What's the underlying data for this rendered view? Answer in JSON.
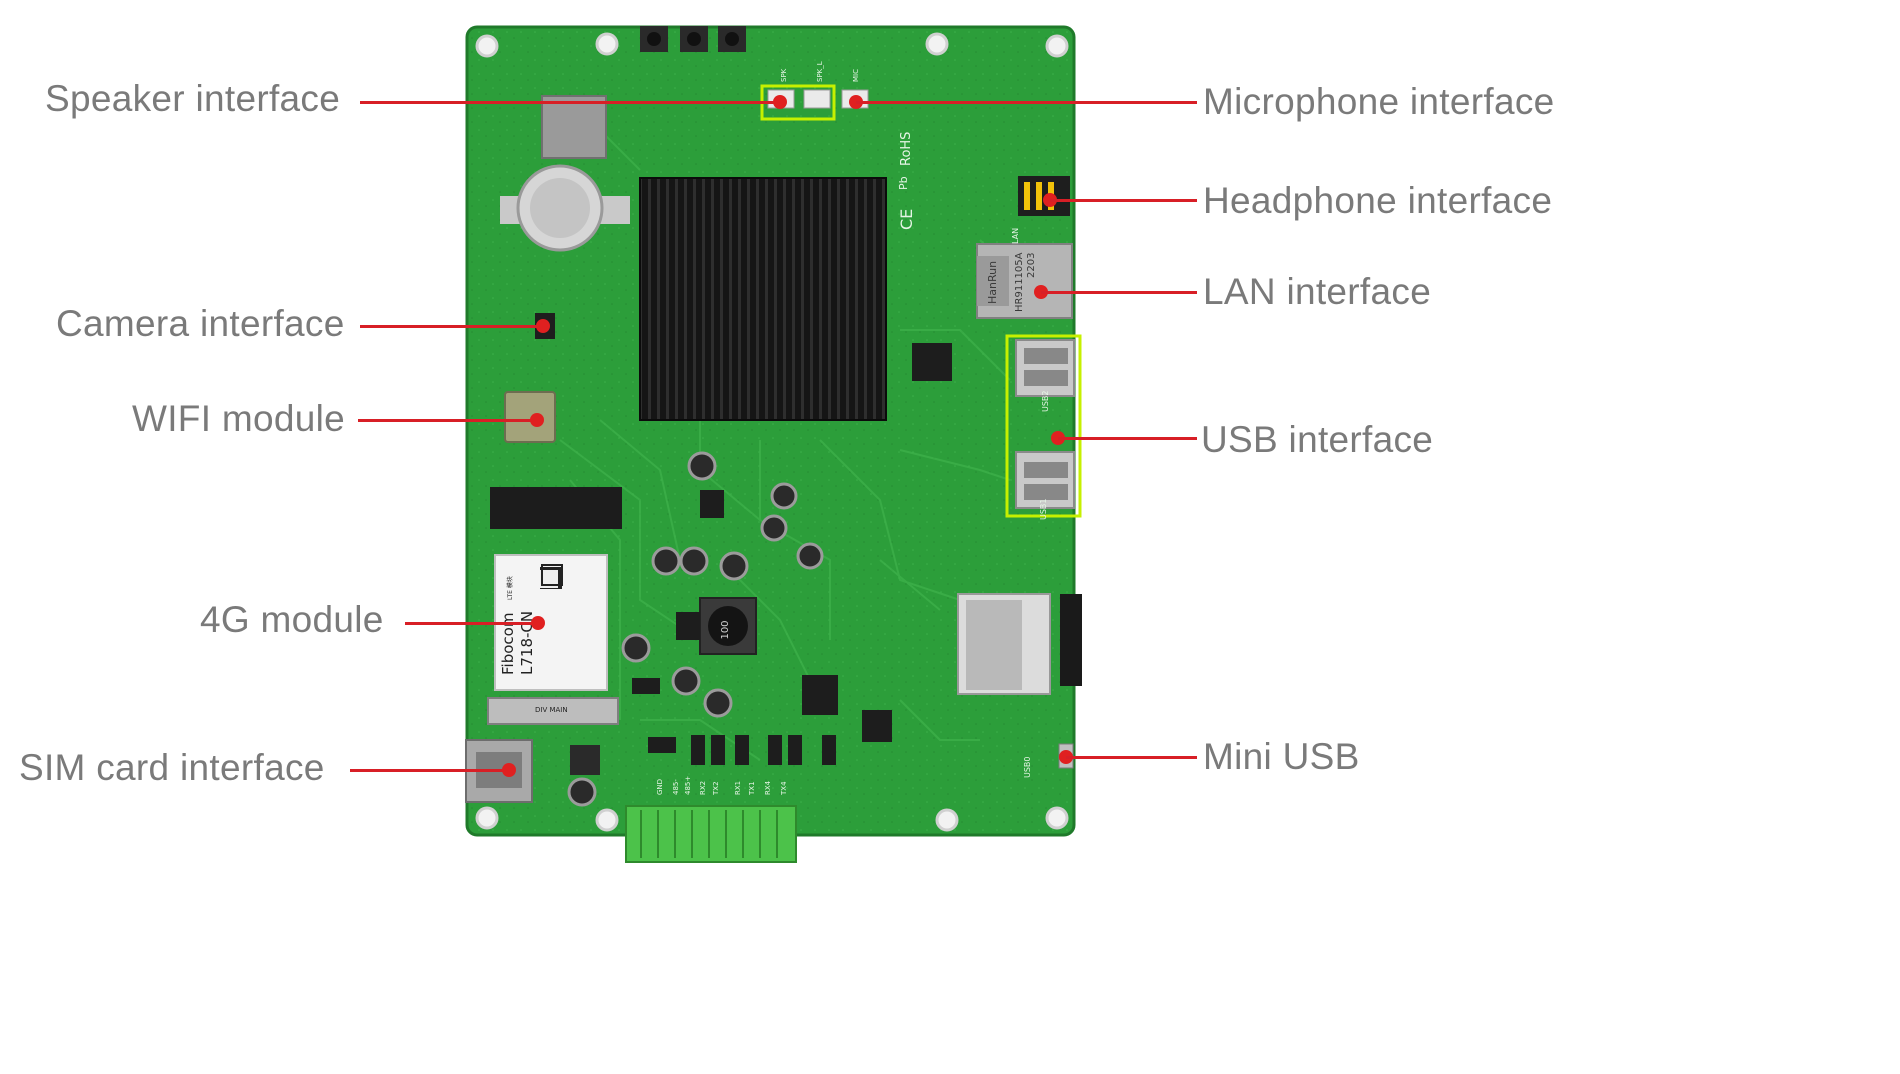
{
  "callouts": {
    "speaker": "Speaker interface",
    "camera": "Camera interface",
    "wifi": "WIFI module",
    "module_4g": "4G module",
    "sim": "SIM card interface",
    "microphone": "Microphone interface",
    "headphone": "Headphone interface",
    "lan": "LAN interface",
    "usb": "USB interface",
    "mini_usb": "Mini USB"
  },
  "board_marks": {
    "lte_brand": "Fibocom",
    "lte_model": "L718-CN",
    "lan_brand": "HanRun",
    "lan_part": "HR911105A",
    "lan_date": "2203",
    "rohs": "RoHS",
    "ce": "CE",
    "pb": "Pb",
    "inductor": "100",
    "usb2_silk": "USB2",
    "usb1_silk": "USB1",
    "usb0_silk": "USB0",
    "lan_silk": "LAN",
    "spk_silk": "SPK",
    "spk_l_silk": "SPK_L",
    "mic_silk": "MIC",
    "div_main": "DIV MAIN",
    "lte_small": "LTE 模块",
    "pins": [
      "GND",
      "485-",
      "485+",
      "RX2",
      "TX2",
      "RX1",
      "TX1",
      "RX4",
      "TX4"
    ]
  },
  "colors": {
    "pcb_green": "#2c9e3a",
    "callout_line": "#d81f26",
    "callout_text": "#7a7a7a",
    "highlight_box": "#c6f000",
    "heatsink": "#1b1b1b",
    "terminal_block": "#4cc24a"
  }
}
